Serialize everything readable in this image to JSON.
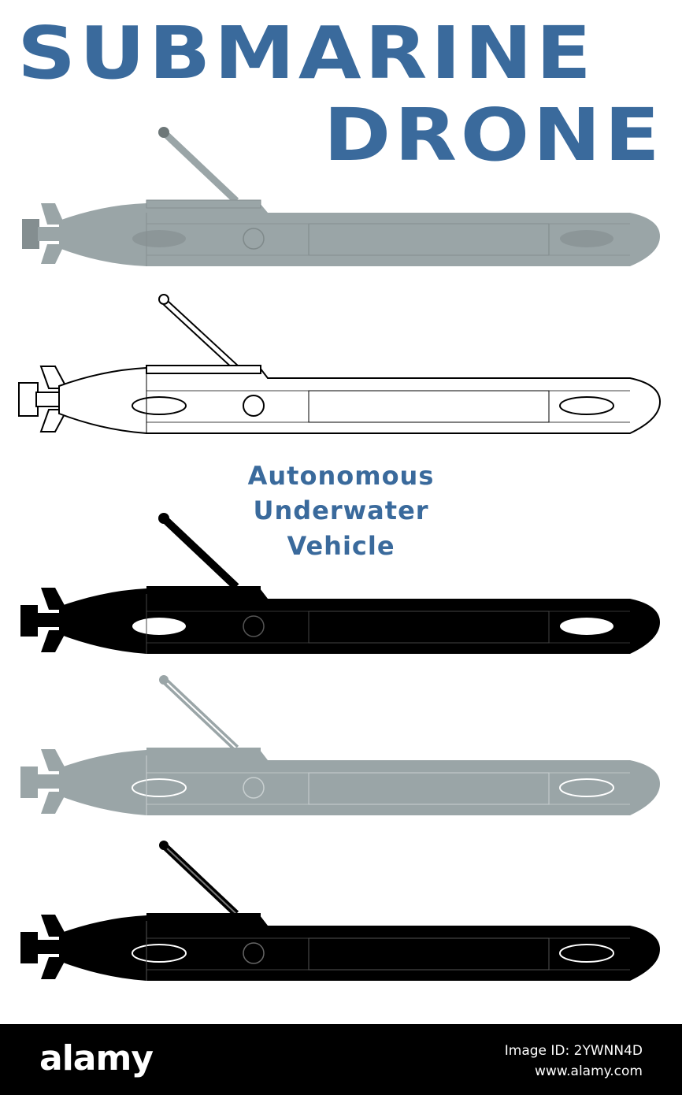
{
  "title": {
    "line1": "SUBMARINE",
    "line2": "DRONE"
  },
  "subtitle": {
    "line1": "Autonomous",
    "line2": "Underwater",
    "line3": "Vehicle"
  },
  "colors": {
    "accent": "#3a6a9c",
    "gray": "#9aa5a7",
    "black": "#000000",
    "white": "#ffffff"
  },
  "variants": [
    {
      "style": "gray-detailed"
    },
    {
      "style": "white-outline"
    },
    {
      "style": "black-solid"
    },
    {
      "style": "gray-simple"
    },
    {
      "style": "black-simple"
    }
  ],
  "watermark": {
    "logo": "alamy",
    "image_id": "Image ID: 2YWNN4D",
    "site": "www.alamy.com"
  }
}
